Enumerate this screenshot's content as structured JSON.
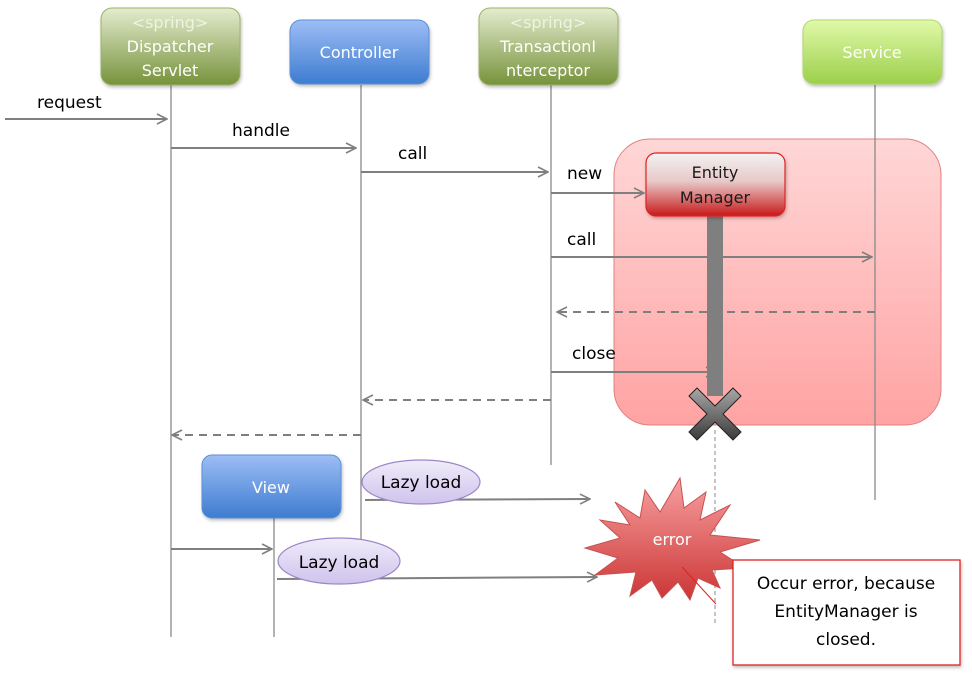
{
  "participants": {
    "dispatcher": {
      "stereotype": "<spring>",
      "line1": "Dispatcher",
      "line2": "Servlet"
    },
    "controller": {
      "label": "Controller"
    },
    "interceptor": {
      "stereotype": "<spring>",
      "line1": "TransactionI",
      "line2": "nterceptor"
    },
    "service": {
      "label": "Service"
    },
    "entity_manager": {
      "line1": "Entity",
      "line2": "Manager"
    },
    "view": {
      "label": "View"
    }
  },
  "messages": {
    "request": "request",
    "handle": "handle",
    "call_controller": "call",
    "new_em": "new",
    "call_service": "call",
    "close": "close"
  },
  "lazy_loads": [
    "Lazy load",
    "Lazy load"
  ],
  "error": {
    "burst_label": "error",
    "note_line1": "Occur error, because",
    "note_line2": "EntityManager is",
    "note_line3": "closed."
  },
  "colors": {
    "green_dark": "#77933c",
    "green_light": "#d7e4bd",
    "blue_light": "#95b3f0",
    "blue_dark": "#3f7fd0",
    "lime_light": "#d6f59a",
    "lime_dark": "#9fd44c",
    "transaction_region": "#ffb3b3",
    "em_red": "#d42020",
    "arrow_gray": "#7f7f7f",
    "lazy_fill": "#e5dff5",
    "note_border": "#e02020"
  }
}
